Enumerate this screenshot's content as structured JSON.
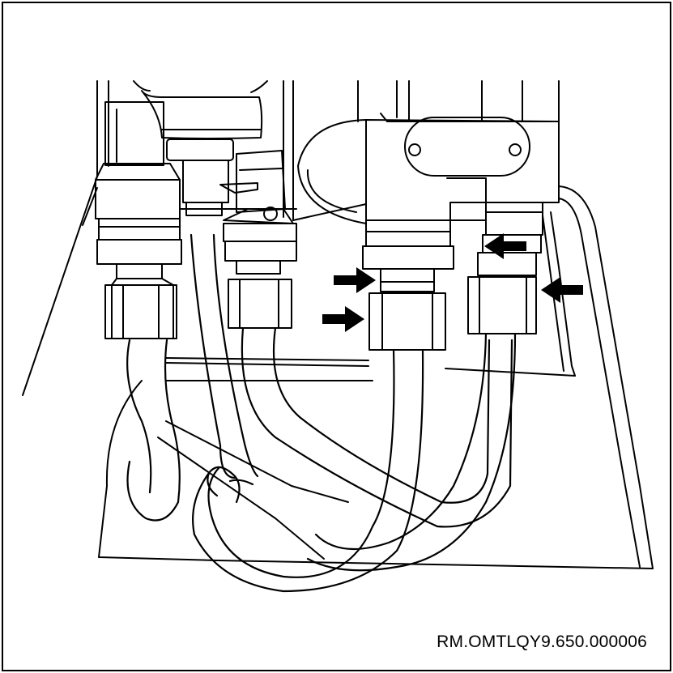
{
  "figure": {
    "reference_code": "RM.OMTLQY9.650.000006",
    "line_color": "#000000",
    "background_color": "#ffffff",
    "callout_arrows": [
      {
        "direction": "right",
        "points_to": "upper-nut-center-fitting"
      },
      {
        "direction": "right",
        "points_to": "lower-nut-center-fitting"
      },
      {
        "direction": "left",
        "points_to": "upper-nut-right-fitting"
      },
      {
        "direction": "left",
        "points_to": "lower-nut-right-fitting"
      }
    ]
  }
}
